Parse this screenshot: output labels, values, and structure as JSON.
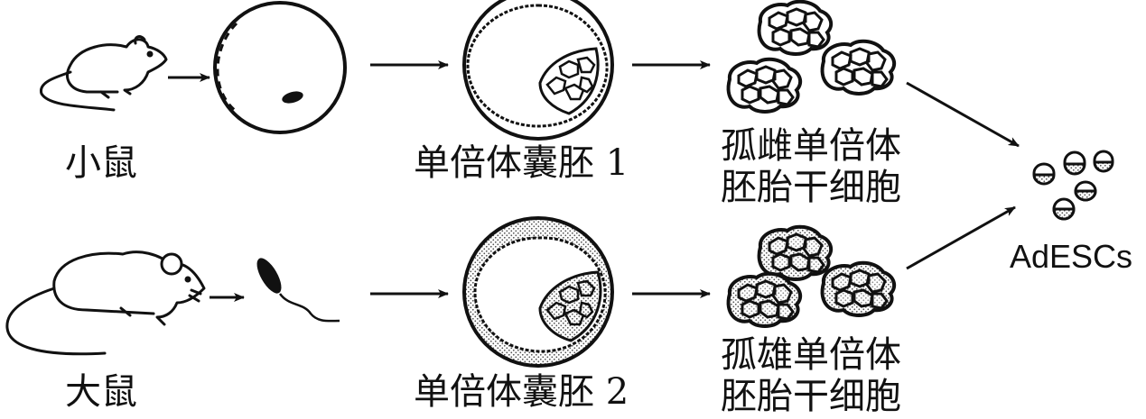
{
  "labels": {
    "mouse": "小鼠",
    "rat": "大鼠",
    "blastocyst1": "单倍体囊胚 1",
    "blastocyst2": "单倍体囊胚 2",
    "gynogenetic_line1": "孤雌单倍体",
    "gynogenetic_line2": "胚胎干细胞",
    "androgenetic_line1": "孤雄单倍体",
    "androgenetic_line2": "胚胎干细胞",
    "adescs": "AdESCs"
  },
  "colors": {
    "ink": "#111111",
    "stipple": "#9a9a9a",
    "background": "#ffffff"
  },
  "icons": [
    "mouse-icon",
    "rat-icon",
    "oocyte-icon",
    "sperm-icon",
    "blastocyst-icon",
    "stem-cell-colony-icon",
    "adescs-cell-icon"
  ]
}
